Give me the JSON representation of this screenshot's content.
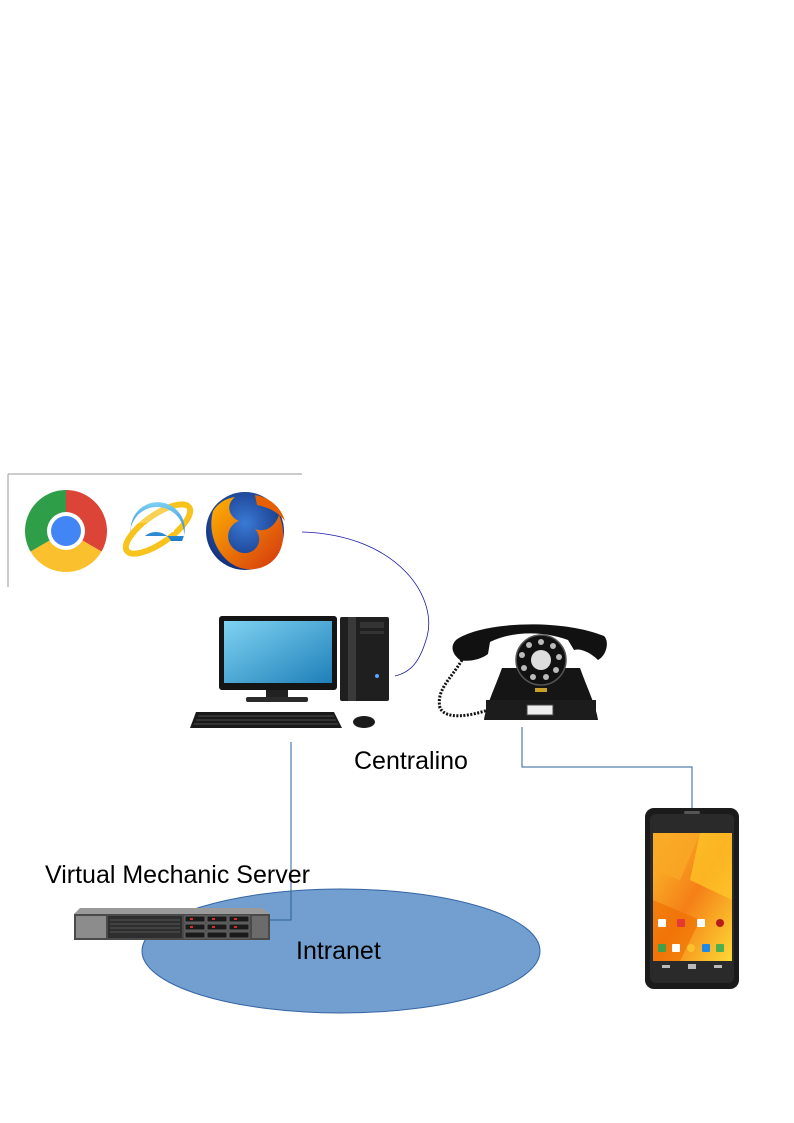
{
  "labels": {
    "centralino": "Centralino",
    "server": "Virtual Mechanic Server",
    "intranet": "Intranet"
  },
  "nodes": [
    {
      "id": "browsers",
      "icons": [
        "chrome-icon",
        "internet-explorer-icon",
        "firefox-icon"
      ]
    },
    {
      "id": "desktop-computer",
      "icon": "desktop-computer-icon"
    },
    {
      "id": "telephone",
      "icon": "rotary-telephone-icon"
    },
    {
      "id": "smartphone",
      "icon": "smartphone-icon"
    },
    {
      "id": "server",
      "icon": "rack-server-icon"
    },
    {
      "id": "intranet",
      "icon": "intranet-ellipse"
    }
  ],
  "connections": [
    {
      "from": "browsers",
      "to": "desktop-computer"
    },
    {
      "from": "desktop-computer",
      "to": "server"
    },
    {
      "from": "telephone",
      "to": "smartphone"
    }
  ],
  "colors": {
    "intranet_fill": "#729fcf",
    "intranet_stroke": "#3465a4",
    "browser_link": "#1a1aa6",
    "line": "#2a6099"
  }
}
